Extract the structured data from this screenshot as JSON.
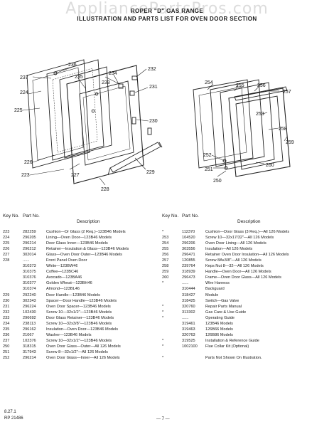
{
  "watermark": "AppliancePartsPros.com",
  "title": {
    "line1": "ROPER \"D\" GAS RANGE",
    "line2": "ILLUSTRATION AND PARTS LIST FOR OVEN DOOR SECTION"
  },
  "callouts": {
    "c236": "236",
    "c232": "232",
    "c237": "237",
    "c235": "235",
    "c234": "234",
    "c224": "224",
    "c233": "233",
    "c231": "231",
    "c225": "225",
    "c230": "230",
    "c226": "226",
    "c223": "223",
    "c227": "227",
    "c229": "229",
    "c228": "228",
    "c254": "254",
    "c255": "255",
    "c256": "256",
    "c257": "257",
    "c253": "253",
    "c258": "258",
    "c259": "259",
    "c252": "252",
    "c251": "251",
    "c260": "260",
    "c250": "250"
  },
  "table_headers": {
    "key": "Key No.",
    "part": "Part No.",
    "description": "Description"
  },
  "parts_left": [
    {
      "key": "223",
      "part": "282259",
      "desc": "Cushion—Dr Glass (2 Req.)–123B46 Models"
    },
    {
      "key": "224",
      "part": "296205",
      "desc": "Lining—Oven Door—123B46 Models"
    },
    {
      "key": "225",
      "part": "296214",
      "desc": "Door Glass Inner—123B46 Models"
    },
    {
      "key": "226",
      "part": "296212",
      "desc": "Retainer—Insulation & Glass—123B46 Models"
    },
    {
      "key": "227",
      "part": "302014",
      "desc": "Glass—Oven Door Outer—123B46 Models"
    },
    {
      "key": "228",
      "part": "......",
      "desc": "Front Panel Oven Door"
    },
    {
      "key": "",
      "part": "310373",
      "desc": "White—123BW46"
    },
    {
      "key": "",
      "part": "310375",
      "desc": "Coffee—123BC46"
    },
    {
      "key": "",
      "part": "310376",
      "desc": "Avocado—123BA46"
    },
    {
      "key": "",
      "part": "310377",
      "desc": "Golden Wheat—123BH46"
    },
    {
      "key": "",
      "part": "310374",
      "desc": "Almond—123BL46"
    },
    {
      "key": "229",
      "part": "292240",
      "desc": "Door Handle—123B46 Models"
    },
    {
      "key": "230",
      "part": "302343",
      "desc": "Spacer—Door Handle—123B46 Models"
    },
    {
      "key": "231",
      "part": "296224",
      "desc": "Oven Door Spacer—123B46 Models"
    },
    {
      "key": "232",
      "part": "102430",
      "desc": "Screw 10—32x1/2\"—123B46 Models"
    },
    {
      "key": "233",
      "part": "296692",
      "desc": "Door Glass Retainer—123B46 Models"
    },
    {
      "key": "234",
      "part": "238113",
      "desc": "Screw 10—32x3/8\"—123B46 Models"
    },
    {
      "key": "235",
      "part": "296162",
      "desc": "Insulation—Oven Door—123B46 Models"
    },
    {
      "key": "236",
      "part": "21067",
      "desc": "Washer—123B46 Models"
    },
    {
      "key": "237",
      "part": "102376",
      "desc": "Screw 10—32x1/2\"—123B46 Models"
    },
    {
      "key": "250",
      "part": "318315",
      "desc": "Oven Door Glass—Outer—All 126 Models"
    },
    {
      "key": "251",
      "part": "317943",
      "desc": "Screw 8—32x1/2\"—All 126 Models"
    },
    {
      "key": "252",
      "part": "296214",
      "desc": "Oven Door Glass—Inner—All 126 Models"
    }
  ],
  "parts_right": [
    {
      "key": "*",
      "part": "112370",
      "desc": "Cushion—Door Glass (3 Req.)—All 126 Models"
    },
    {
      "key": "253",
      "part": "104520",
      "desc": "Screw 10—32x17/32\"—All 126 Models"
    },
    {
      "key": "254",
      "part": "296206",
      "desc": "Oven Door Lining—All 126 Models"
    },
    {
      "key": "255",
      "part": "303556",
      "desc": "Insulation—All 126 Models"
    },
    {
      "key": "256",
      "part": "296471",
      "desc": "Retainer Oven Door Insulation—All 126 Models"
    },
    {
      "key": "257",
      "part": "120855",
      "desc": "Screw 8Ax3/8\"—All 126 Models"
    },
    {
      "key": "258",
      "part": "239764",
      "desc": "Keps Nut 8—32—All 126 Models"
    },
    {
      "key": "259",
      "part": "318939",
      "desc": "Handle—Oven Door—All 126 Models"
    },
    {
      "key": "260",
      "part": "296473",
      "desc": "Frame—Oven Door Glass—All 126 Models"
    },
    {
      "key": "*",
      "part": "......",
      "desc": "Wire Harness"
    },
    {
      "key": "",
      "part": "310444",
      "desc": "Backguard"
    },
    {
      "key": "",
      "part": "318427",
      "desc": "Module"
    },
    {
      "key": "",
      "part": "318425",
      "desc": "Switch—Gas Valve"
    },
    {
      "key": "*",
      "part": "320760",
      "desc": "Repair Parts Manual"
    },
    {
      "key": "*",
      "part": "313302",
      "desc": "Gas Care & Use Guide"
    },
    {
      "key": "*",
      "part": "......",
      "desc": "Operating Guide"
    },
    {
      "key": "",
      "part": "319461",
      "desc": "123B46 Models"
    },
    {
      "key": "",
      "part": "319463",
      "desc": "126B66 Models"
    },
    {
      "key": "",
      "part": "320763",
      "desc": "126B86 Models"
    },
    {
      "key": "*",
      "part": "319525",
      "desc": "Installation & Reference Guide"
    },
    {
      "key": "*",
      "part": "1002100",
      "desc": "Flue Collar Kit (Optional)"
    },
    {
      "key": "",
      "part": "",
      "desc": ""
    },
    {
      "key": "*",
      "part": "",
      "desc": "Parts Not Shown On Illustration."
    }
  ],
  "footer": {
    "date": "8.27.1",
    "doc": "RP 21486",
    "page": "— 7 —"
  }
}
